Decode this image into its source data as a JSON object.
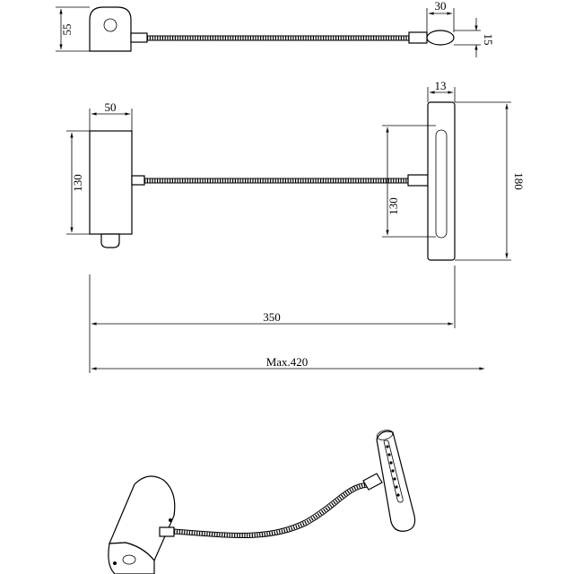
{
  "drawing": {
    "colors": {
      "line": "#000000",
      "background": "#ffffff"
    },
    "top_view": {
      "height_label": "55",
      "head_length_label": "30",
      "head_height_label": "15"
    },
    "front_view": {
      "base_width_label": "50",
      "base_height_label": "130",
      "head_width_label": "13",
      "head_inner_label": "130",
      "head_total_label": "180",
      "arm_length_label": "350",
      "max_length_label": "Max.420"
    }
  }
}
